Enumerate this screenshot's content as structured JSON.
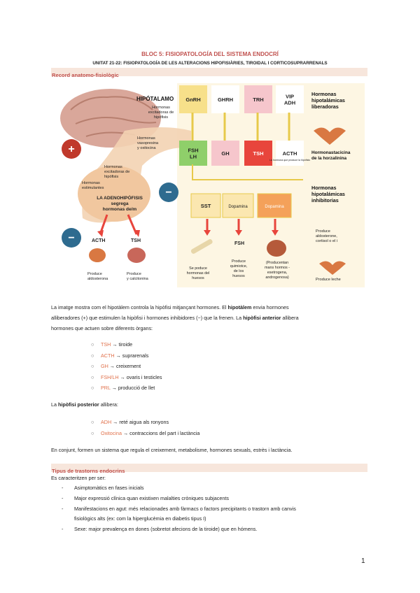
{
  "header": {
    "title": "BLOC 5: FISIOPATOLOGÍA DEL SISTEMA ENDOCRÍ",
    "subtitle": "UNITAT 21-22: FISIOPATOLOGÍA DE LES ALTERACIONS HIPOFISIÀRIES, TIROIDAL I CORTICOSUPRARRENALS"
  },
  "section1": {
    "heading": "Record anatomo-fisiològic"
  },
  "figure": {
    "hipotalamo": "HIPÓTALAMO",
    "hormonas_excitadoras": [
      "Hormonas",
      "excitadoras de",
      "hipófisis"
    ],
    "vasopresina": [
      "Hormonas",
      "vasopresina",
      "y oxitocina"
    ],
    "excitadoras_hipofisis": [
      "Hormonas",
      "excitadoras de",
      "hipófisis"
    ],
    "estimulantes": [
      "Hormonas",
      "estimulantes"
    ],
    "adenohipofisis": [
      "LA ADENOHIPÓFISIS",
      "segrega",
      "hormonas de/m"
    ],
    "plus": "+",
    "minus1": "−",
    "minus2": "−",
    "acth_left": "ACTH",
    "tsh_left": "TSH",
    "produce_aldosterona": [
      "Produce",
      "aldosterona"
    ],
    "produce_calcitonina": [
      "Produce",
      "y calcitonina"
    ],
    "top_boxes": [
      "GnRH",
      "GHRH",
      "TRH",
      "VIP ADH"
    ],
    "mid_boxes": [
      "FSH LH",
      "GH",
      "TSH",
      "ACTH"
    ],
    "acth_sub": "La hormona que produce la hipófisis",
    "inhib_boxes": [
      "SST",
      "Dopamina",
      "Dopamina"
    ],
    "fsh_label": "FSH",
    "right_liberadoras": [
      "Hormonas",
      "hipotalámicas",
      "liberadoras"
    ],
    "right_lactancia": [
      "Hormonastacicina",
      "de la horzalinina"
    ],
    "right_inhibitorias": [
      "Hormonas",
      "hipotalámicas",
      "inhibitorias"
    ],
    "right_aldosterone": [
      "Produce",
      "aldosterone,",
      "cortisol o el i"
    ],
    "right_leche": "Produce leche",
    "bottom_hueso": [
      "Se poduce",
      "hormonas del",
      "huesos"
    ],
    "bottom_gh": [
      "Produce",
      "quimiotce,",
      "de los",
      "huesos"
    ],
    "bottom_gonad": [
      "(Producentan",
      "mans hormos -",
      "esetrogena,",
      "androgenosa)"
    ]
  },
  "intro": {
    "p1_a": "La imatge mostra com el hipotàlem controla la hipòfisi mitjançant hormones. El ",
    "p1_b": "hipotàlem",
    "p1_c": " envia hormones",
    "p2": "alliberadores (+) que estimulen la hipòfisi i hormones inhibidores (−) que la frenen. La ",
    "p2_b": "hipòfisi anterior",
    "p2_c": " allibera",
    "p3": "hormones que actuen sobre diferents òrgans:"
  },
  "anterior_list": [
    {
      "h": "TSH",
      "t": " → tiroide"
    },
    {
      "h": "ACTH",
      "t": " → suprarenals"
    },
    {
      "h": "GH",
      "t": " → creixement"
    },
    {
      "h": "FSH/LH",
      "t": " → ovaris i testicles"
    },
    {
      "h": "PRL",
      "t": " → producció de llet"
    }
  ],
  "posterior": {
    "a": "La ",
    "b": "hipòfisi posterior",
    "c": " allibera:"
  },
  "posterior_list": [
    {
      "h": "ADH",
      "t": " → reté aigua als ronyons"
    },
    {
      "h": "Oxitocina",
      "t": " → contraccions del part i lactància"
    }
  ],
  "conclusion": "En conjunt, formen un sistema que regula el creixement, metabolisme, hormones sexuals, estrès i lactància.",
  "section2": {
    "heading": "Tipus de trastorns endocrins"
  },
  "types_intro": "Es caracteritzen per ser:",
  "types": [
    "Asimptomàtics en fases inicials",
    "Major expressió clínica quan existixen malalties cròniques subjacents",
    "Manifestacions en agut: més relacionades amb fàrmacs o factors precipitants o trastorn amb canvis",
    "fisiològics alts (ex: com la hiperglucèmia en diabetis tipus I)",
    "Sexe: major prevalença en dones (sobretot afecions de la tiroide) que en hómens."
  ],
  "bullet_symbol": "○",
  "dash_symbol": "-",
  "page_number": "1",
  "colors": {
    "accent": "#c0504d",
    "highlight": "#e0704a",
    "section_bg": "#f7e6dc",
    "yellow": "#f7e08a",
    "pink": "#f6c6cc",
    "red": "#e8453c",
    "green": "#8fcf6a",
    "panel": "#fbe7b0"
  }
}
